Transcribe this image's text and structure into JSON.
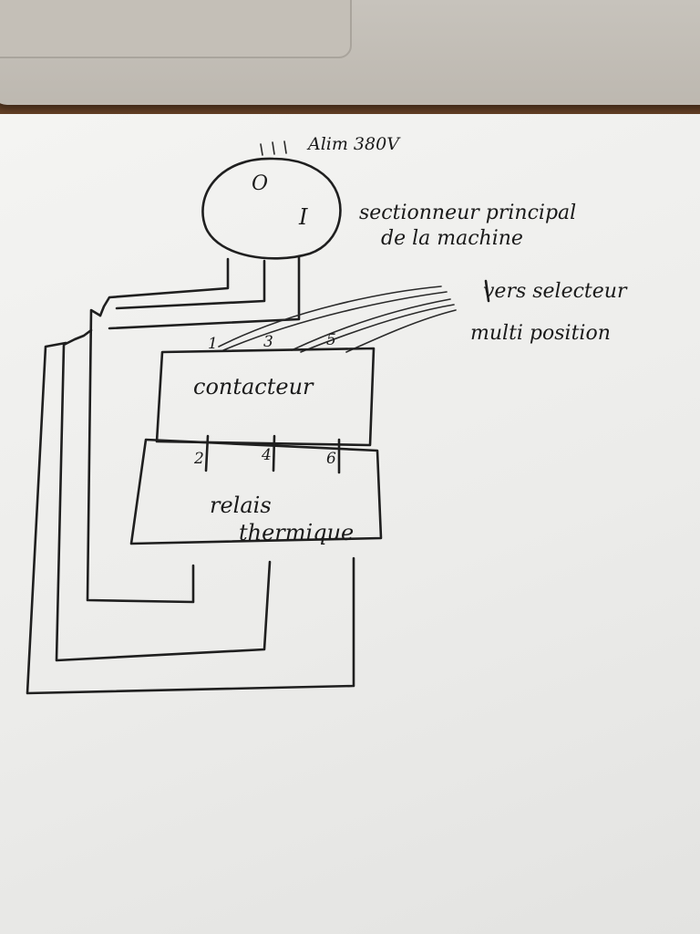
{
  "supply_label": "Alim 380V",
  "switch": {
    "off_mark": "O",
    "on_mark": "I",
    "label_line1": "sectionneur principal",
    "label_line2": "de la machine"
  },
  "selector": {
    "label_line1": "vers selecteur",
    "label_line2": "multi position"
  },
  "contactor": {
    "label": "contacteur",
    "terminals_top": [
      "1",
      "3",
      "5"
    ],
    "terminals_bottom": [
      "2",
      "4",
      "6"
    ]
  },
  "thermal_relay": {
    "label_line1": "relais",
    "label_line2": "thermique"
  }
}
